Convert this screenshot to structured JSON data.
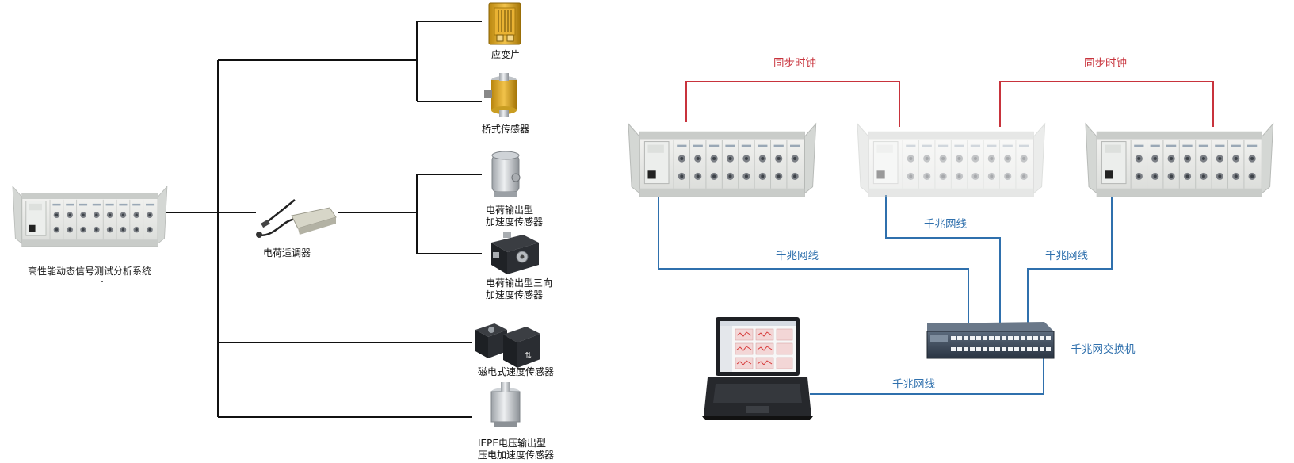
{
  "left_diagram": {
    "system": {
      "label": "高性能动态信号测试分析系统"
    },
    "conditioner": {
      "label": "电荷适调器"
    },
    "sensors": {
      "strain_gauge": "应变片",
      "bridge": "桥式传感器",
      "charge_accel_line1": "电荷输出型",
      "charge_accel_line2": "加速度传感器",
      "charge_triaxial_line1": "电荷输出型三向",
      "charge_triaxial_line2": "加速度传感器",
      "magnetic_velocity": "磁电式速度传感器",
      "iepe_line1": "IEPE电压输出型",
      "iepe_line2": "压电加速度传感器"
    }
  },
  "right_diagram": {
    "sync_clock_1": "同步时钟",
    "sync_clock_2": "同步时钟",
    "gigabit_cable_middle": "千兆网线",
    "gigabit_cable_left": "千兆网线",
    "gigabit_cable_right": "千兆网线",
    "gigabit_cable_laptop": "千兆网线",
    "switch_label": "千兆网交换机"
  },
  "colors": {
    "sync_wire": "#c8333c",
    "network_wire": "#2f70ad",
    "tree_wire": "#111111"
  }
}
